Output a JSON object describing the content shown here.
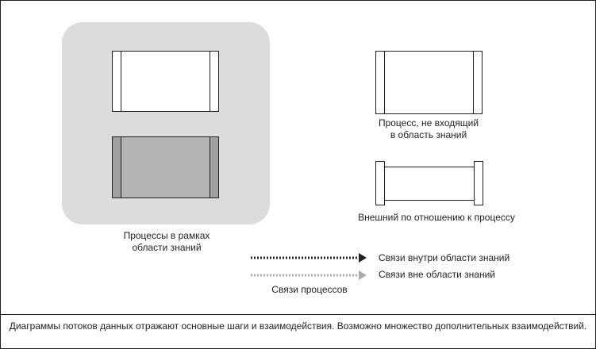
{
  "knowledge_area": {
    "label_line1": "Процессы в рамках",
    "label_line2": "области знаний"
  },
  "outside_process": {
    "label_line1": "Процесс, не входящий",
    "label_line2": "в область знаний"
  },
  "external": {
    "label": "Внешний по отношению к процессу"
  },
  "legend": {
    "inside": "Связи внутри области знаний",
    "outside": "Связи вне области знаний",
    "title": "Связи процессов",
    "inside_color": "#222222",
    "outside_color": "#aaaaaa"
  },
  "footer": "Диаграммы потоков данных отражают основные шаги и взаимодействия. Возможно множество дополнительных взаимодействий."
}
